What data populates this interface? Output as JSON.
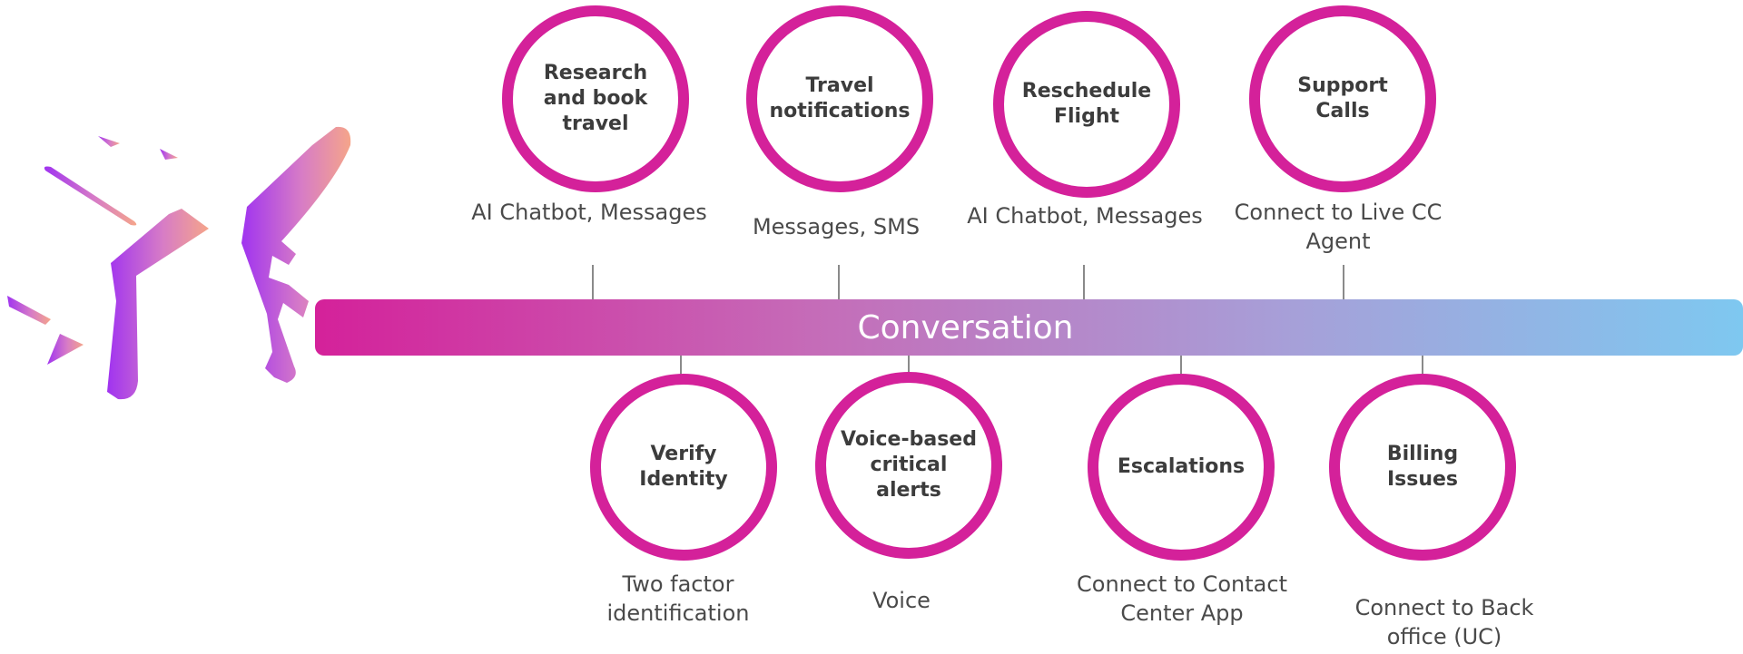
{
  "timeline": {
    "label": "Conversation"
  },
  "top_items": [
    {
      "title": "Research and book travel",
      "subtitle": "AI Chatbot, Messages"
    },
    {
      "title": "Travel notifications",
      "subtitle": "Messages, SMS"
    },
    {
      "title": "Reschedule Flight",
      "subtitle": "AI Chatbot, Messages"
    },
    {
      "title": "Support Calls",
      "subtitle": "Connect to Live CC Agent"
    }
  ],
  "bottom_items": [
    {
      "title": "Verify Identity",
      "subtitle": "Two factor identification"
    },
    {
      "title": "Voice-based critical alerts",
      "subtitle": "Voice"
    },
    {
      "title": "Escalations",
      "subtitle": "Connect to Contact Center App"
    },
    {
      "title": "Billing Issues",
      "subtitle": "Connect to Back office (UC)"
    }
  ],
  "colors": {
    "ring": "#d4219a",
    "gradient_start": "#d4219a",
    "gradient_end": "#7ec8f0",
    "plane_left": "#a033f0",
    "plane_right": "#f5a58a"
  },
  "icons": {
    "plane": "airplane-icon"
  }
}
